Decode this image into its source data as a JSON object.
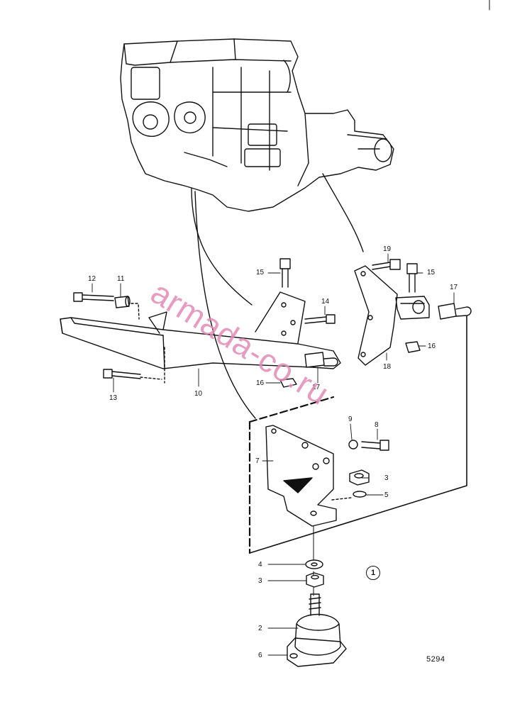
{
  "callouts": {
    "c19": "19",
    "c15a": "15",
    "c15b": "15",
    "c17a": "17",
    "c17b": "17",
    "c12": "12",
    "c11": "11",
    "c14": "14",
    "c16a": "16",
    "c16b": "16",
    "c18": "18",
    "c10": "10",
    "c13": "13",
    "c9": "9",
    "c8": "8",
    "c7": "7",
    "c3a": "3",
    "c5": "5",
    "c4": "4",
    "c3b": "3",
    "c2": "2",
    "c6": "6"
  },
  "figure_number": "1",
  "drawing_id": "5294",
  "watermark": "armada-co.ru",
  "colors": {
    "line": "#111111",
    "watermark": "#e58ab6",
    "background": "#ffffff"
  }
}
